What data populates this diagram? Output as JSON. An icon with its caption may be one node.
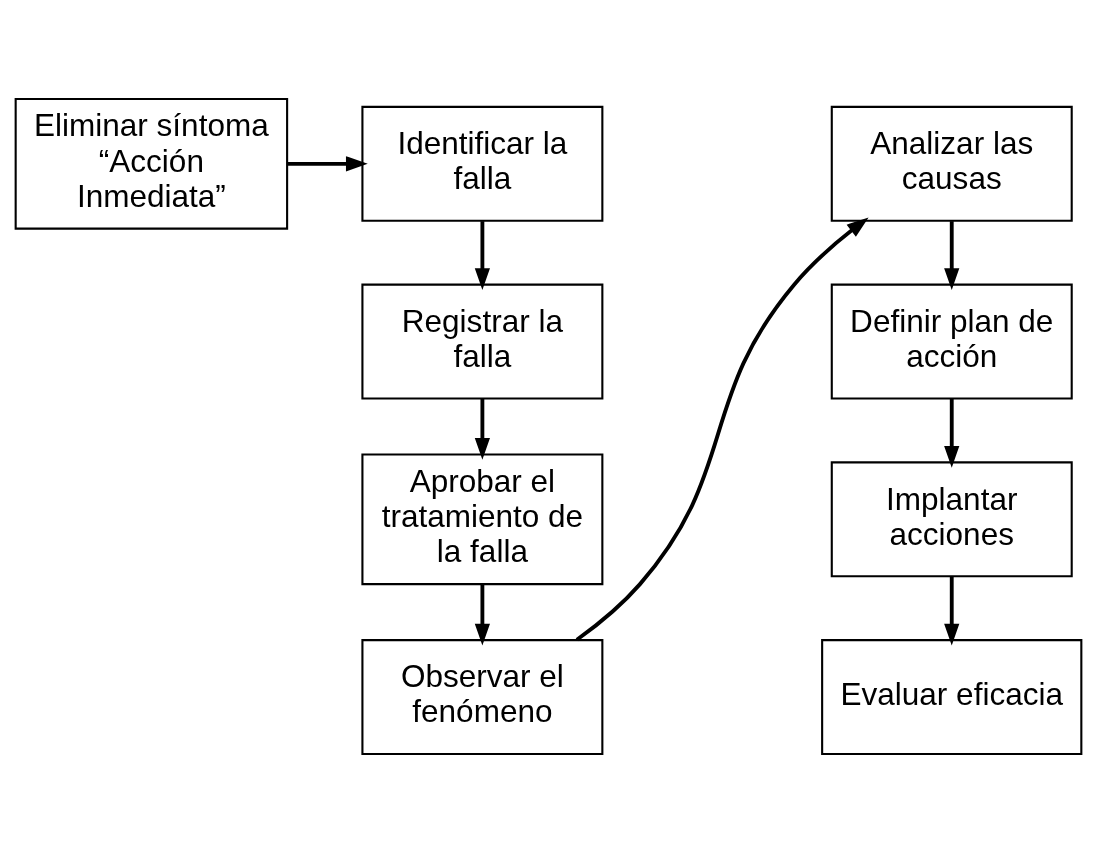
{
  "diagram": {
    "nodes": [
      {
        "text": [
          "Eliminar síntoma “Acción Inmediata”"
        ]
      },
      {
        "text": [
          "Identificar la falla"
        ]
      },
      {
        "text": [
          "Registrar la falla"
        ]
      },
      {
        "text": [
          "Aprobar el tratamiento de la falla"
        ]
      },
      {
        "text": [
          "Observar el fenómeno"
        ]
      },
      {
        "text": [
          "Analizar las causas"
        ]
      },
      {
        "text": [
          "Definir plan de acción"
        ]
      },
      {
        "text": [
          "Implantar acciones"
        ]
      },
      {
        "text": [
          "Evaluar eficacia"
        ]
      }
    ],
    "edges": [
      {
        "from": 0,
        "to": 1,
        "arrow": "to"
      },
      {
        "from": 1,
        "to": 2,
        "arrow": "to"
      },
      {
        "from": 2,
        "to": 3,
        "arrow": "to"
      },
      {
        "from": 3,
        "to": 4,
        "arrow": "to"
      },
      {
        "from": 4,
        "to": 5,
        "arrow": "to"
      },
      {
        "from": 5,
        "to": 6,
        "arrow": "to"
      },
      {
        "from": 6,
        "to": 7,
        "arrow": "to"
      },
      {
        "from": 7,
        "to": 8,
        "arrow": "to"
      }
    ]
  }
}
